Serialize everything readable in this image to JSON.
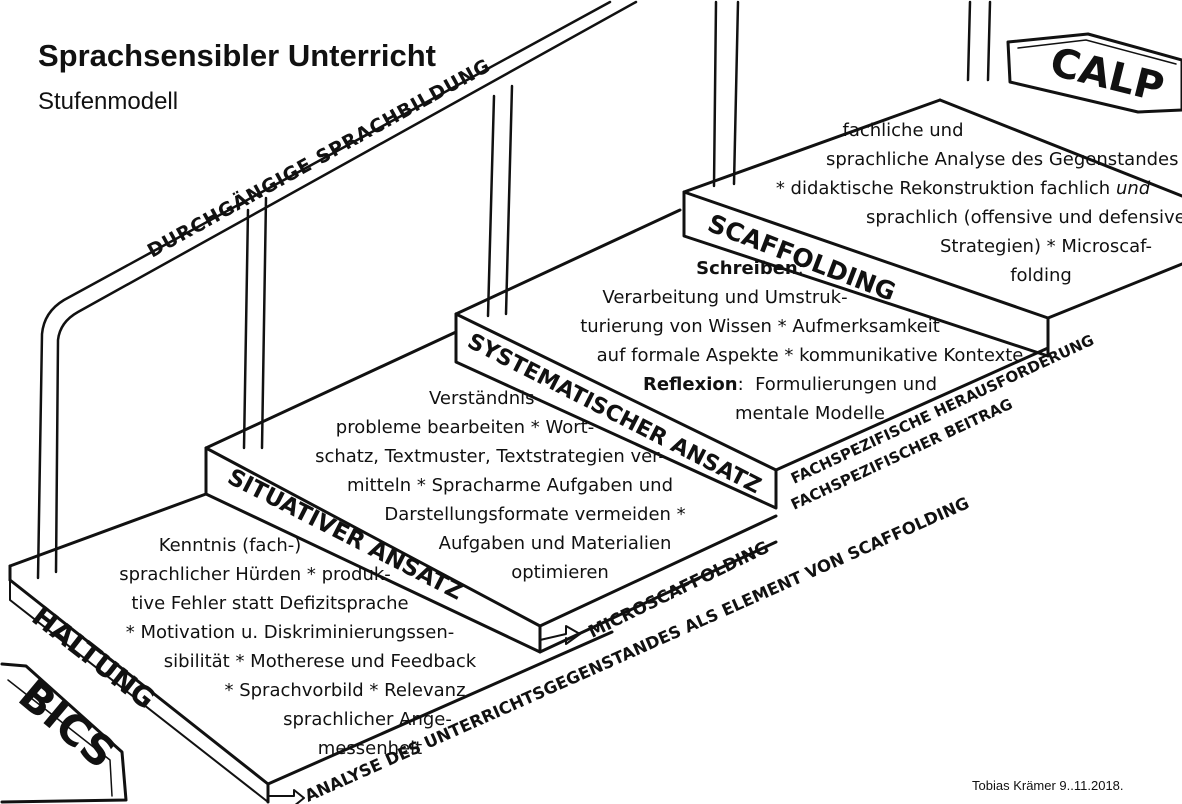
{
  "header": {
    "title": "Sprachsensibler Unterricht",
    "subtitle": "Stufenmodell"
  },
  "railing": {
    "label": "DURCHGÄNGIGE SPRACHBILDUNG"
  },
  "mats": {
    "left": "BICS",
    "right": "CALP"
  },
  "steps": [
    {
      "label": "HALTUNG",
      "text": {
        "l1": "Kenntnis (fach-)",
        "l2": "sprachlicher Hürden * produk-",
        "l3": "tive Fehler statt Defizitsprache",
        "l4": "* Motivation u. Diskriminierungssen-",
        "l5": "sibilität * Motherese und Feedback",
        "l6": "* Sprachvorbild * Relevanz",
        "l7": "sprachlicher Ange-",
        "l8": "messenheit"
      }
    },
    {
      "label": "SITUATIVER ANSATZ",
      "text": {
        "l1": "Verständnis-",
        "l2": "probleme bearbeiten * Wort-",
        "l3": "schatz, Textmuster, Textstrategien ver-",
        "l4": "mitteln * Spracharme Aufgaben und",
        "l5": "Darstellungsformate vermeiden *",
        "l6": "Aufgaben und Materialien",
        "l7": "optimieren"
      }
    },
    {
      "label": "SYSTEMATISCHER ANSATZ",
      "text": {
        "heading1": "Schreiben",
        "colon1": ":",
        "l2": "Verarbeitung und Umstruk-",
        "l3": "turierung von Wissen * Aufmerksamkeit",
        "l4": "auf formale Aspekte * kommunikative Kontexte",
        "heading2": "Reflexion",
        "colon2": ":",
        "l5rest": "  Formulierungen und",
        "l6": "mentale Modelle"
      }
    },
    {
      "label": "SCAFFOLDING",
      "text": {
        "l1": "fachliche und",
        "l2": "sprachliche Analyse des Gegenstandes",
        "l3a": "* didaktische Rekonstruktion fachlich ",
        "l3b": "und",
        "l4": "sprachlich (offensive und defensive",
        "l5": "Strategien) * Microscaf-",
        "l6": "folding"
      }
    }
  ],
  "annotations": {
    "microscaffolding": "MICROSCAFFOLDING",
    "challenge": "FACHSPEZIFISCHE HERAUSFORDERUNG",
    "contribution": "FACHSPEZIFISCHER BEITRAG",
    "analysis": "ANALYSE DES UNTERRICHTSGEGENSTANDES ALS ELEMENT VON SCAFFOLDING"
  },
  "credit": "Tobias Krämer 9..11.2018."
}
